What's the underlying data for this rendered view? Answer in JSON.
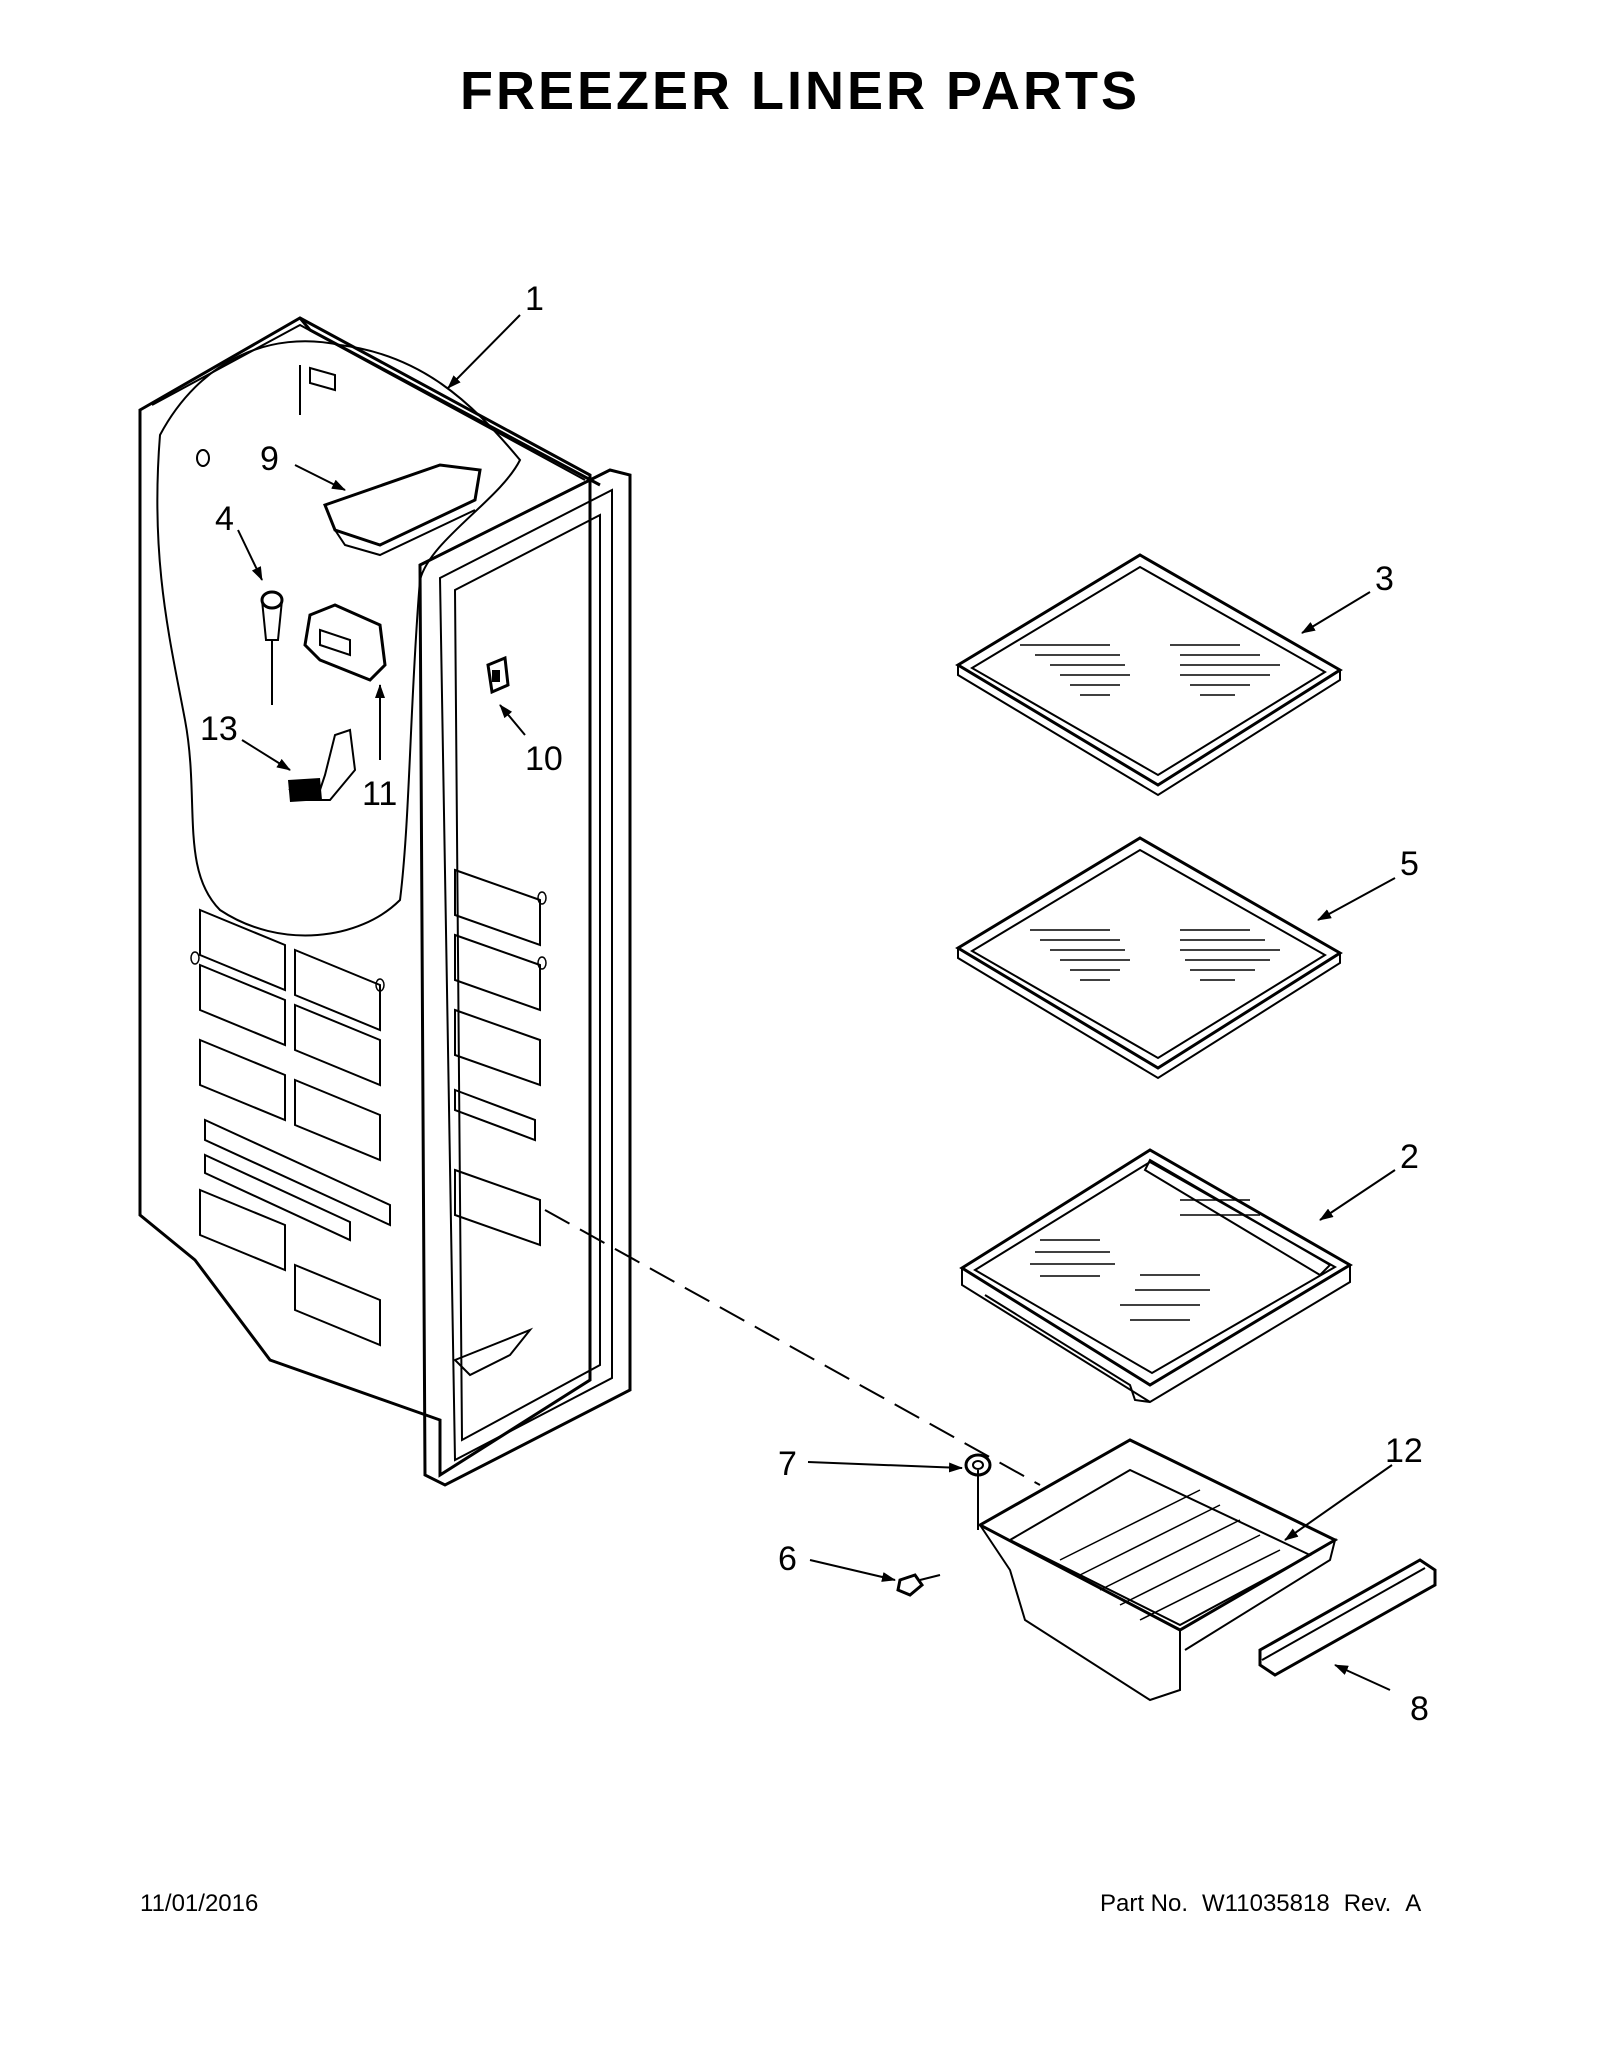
{
  "title": "FREEZER LINER PARTS",
  "footer": {
    "date": "11/01/2016",
    "part_no_label": "Part No.",
    "part_no": "W11035818",
    "rev_label": "Rev.",
    "rev": "A"
  },
  "callouts": {
    "c1": "1",
    "c2": "2",
    "c3": "3",
    "c4": "4",
    "c5": "5",
    "c6": "6",
    "c7": "7",
    "c8": "8",
    "c9": "9",
    "c10": "10",
    "c11": "11",
    "c12": "12",
    "c13": "13"
  }
}
